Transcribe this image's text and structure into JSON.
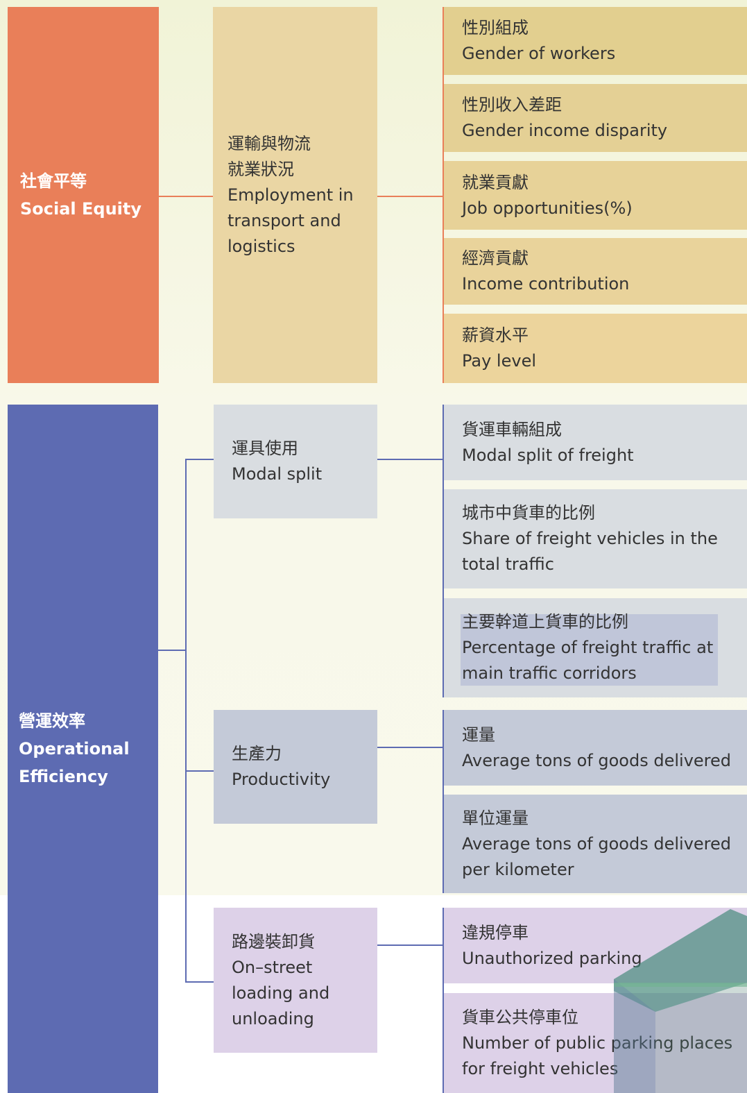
{
  "categories": [
    {
      "title_zh": "社會平等",
      "title_en": "Social Equity",
      "color": "#e97f59",
      "groups": [
        {
          "title_zh": "運輸與物流",
          "title_zh2": "就業狀況",
          "title_en_lines": [
            "Employment in",
            "transport and",
            "logistics"
          ],
          "color": "#ead6a4",
          "indicators": [
            {
              "zh": "性別組成",
              "en": "Gender of workers"
            },
            {
              "zh": "性別收入差距",
              "en": "Gender income disparity"
            },
            {
              "zh": "就業貢獻",
              "en": "Job opportunities(%)"
            },
            {
              "zh": "經濟貢獻",
              "en": "Income contribution"
            },
            {
              "zh": "薪資水平",
              "en": "Pay level"
            }
          ]
        }
      ]
    },
    {
      "title_zh": "營運效率",
      "title_en_lines": [
        "Operational",
        "Efficiency"
      ],
      "color": "#5d6bb2",
      "groups": [
        {
          "title_zh": "運具使用",
          "title_en": "Modal split",
          "color": "#d9dde1",
          "indicators": [
            {
              "zh": "貨運車輛組成",
              "en": "Modal split of freight"
            },
            {
              "zh": "城市中貨車的比例",
              "en_lines": [
                "Share of freight vehicles in the",
                "total traffic"
              ]
            },
            {
              "zh": "主要幹道上貨車的比例",
              "en_lines": [
                "Percentage of freight traffic at",
                "main traffic corridors"
              ]
            }
          ]
        },
        {
          "title_zh": "生產力",
          "title_en": "Productivity",
          "color": "#c4cad8",
          "indicators": [
            {
              "zh": "運量",
              "en": "Average tons of goods delivered"
            },
            {
              "zh": "單位運量",
              "en_lines": [
                "Average tons of goods delivered",
                "per kilometer"
              ]
            }
          ]
        },
        {
          "title_zh": "路邊裝卸貨",
          "title_en_lines": [
            "On–street",
            "loading and",
            "unloading"
          ],
          "color": "#ddd1e8",
          "indicators": [
            {
              "zh": "違規停車",
              "en": "Unauthorized parking"
            },
            {
              "zh": "貨車公共停車位",
              "en_lines": [
                "Number of public parking places",
                "for freight vehicles"
              ]
            }
          ]
        }
      ]
    }
  ],
  "colors": {
    "social_line": "#e97f59",
    "efficiency_line": "#5d6bb2",
    "gold_leaf_top": "#e2cf8f",
    "gold_leaf_bottom": "#ecd49c"
  }
}
